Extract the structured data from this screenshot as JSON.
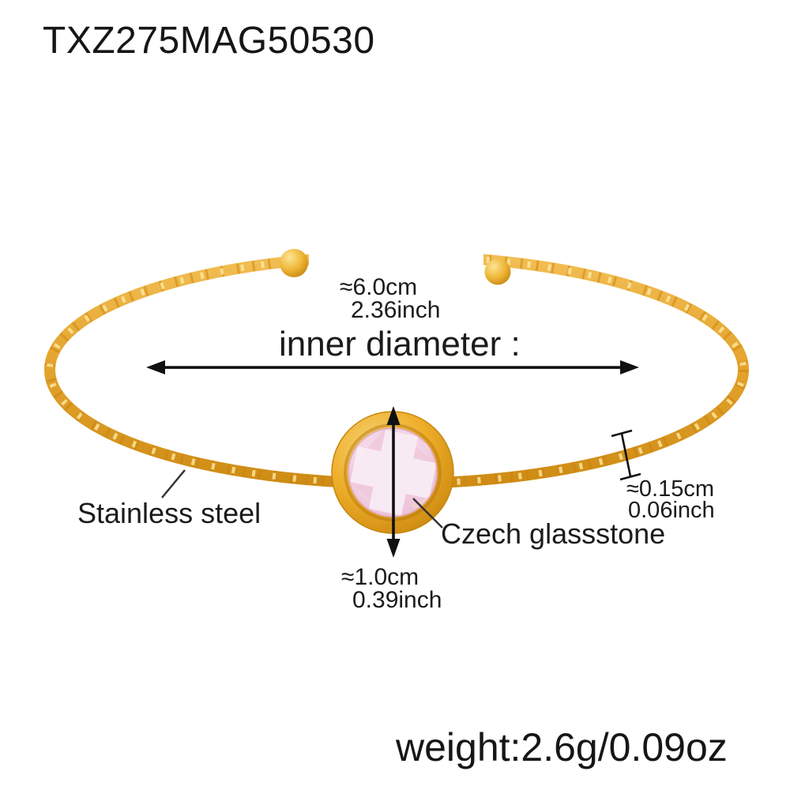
{
  "product": {
    "code": "TXZ275MAG50530",
    "weight_text": "weight:2.6g/0.09oz"
  },
  "annotations": {
    "inner_diameter": {
      "cm": "≈6.0cm",
      "inch": "2.36inch",
      "label": "inner diameter :"
    },
    "stone_size": {
      "cm": "≈1.0cm",
      "inch": "0.39inch"
    },
    "band_thickness": {
      "cm": "≈0.15cm",
      "inch": "0.06inch"
    },
    "material_label": "Stainless steel",
    "stone_label": "Czech glassstone"
  },
  "icons": {
    "diameter_arrow": "double-headed-horizontal-arrow",
    "stone_height_arrow": "double-headed-vertical-arrow",
    "thickness_mark": "caliper-tick-line",
    "leader_lines": "pointer-line"
  },
  "colors": {
    "background": "#FFFFFF",
    "gold": "#E8A82B",
    "gold_dark": "#C9820E",
    "gold_light": "#F9DC82",
    "stone_pink": "#F2D3E5",
    "stone_pink_light": "#F9EDF5",
    "annotation_black": "#111111",
    "text": "#1B1B1B"
  }
}
